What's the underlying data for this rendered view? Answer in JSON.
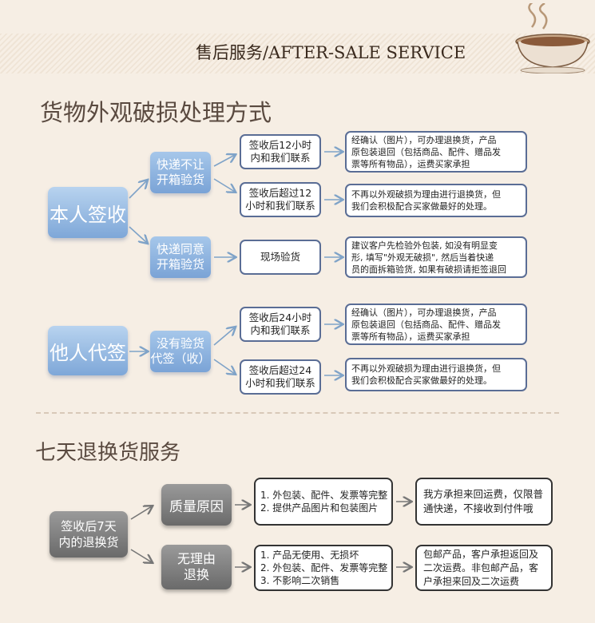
{
  "header": {
    "title": "售后服务/AFTER-SALE SERVICE",
    "logo_icon": "coffee-cup-icon"
  },
  "damage_section": {
    "title": "货物外观破损处理方式",
    "self_sign": {
      "label": "本人签收",
      "not_allowed": {
        "label": [
          "快递不让",
          "开箱验货"
        ],
        "within": {
          "condition": [
            "签收后12小时",
            "内和我们联系"
          ],
          "result": [
            "经确认（图片），可办理退换货，产品",
            "原包装退回（包括商品、配件、赠品发",
            "票等所有物品），运费买家承担"
          ]
        },
        "over": {
          "condition": [
            "签收后超过12",
            "小时和我们联系"
          ],
          "result": [
            "不再以外观破损为理由进行退换货，但",
            "我们会积极配合买家做最好的处理。"
          ]
        }
      },
      "allowed": {
        "label": [
          "快递同意",
          "开箱验货"
        ],
        "onsite": {
          "condition": "现场验货",
          "result": [
            "建议客户先检验外包装, 如没有明显变",
            "形, 填写\"外观无破损\", 然后当着快递",
            "员的面拆箱验货, 如果有破损请拒签退回"
          ]
        }
      }
    },
    "other_sign": {
      "label": "他人代签",
      "no_check": {
        "label": [
          "没有验货",
          "代签（收）"
        ],
        "within": {
          "condition": [
            "签收后24小时",
            "内和我们联系"
          ],
          "result": [
            "经确认（图片），可办理退换货，产品",
            "原包装退回（包括商品、配件、赠品发",
            "票等所有物品），运费买家承担"
          ]
        },
        "over": {
          "condition": [
            "签收后超过24",
            "小时和我们联系"
          ],
          "result": [
            "不再以外观破损为理由进行退换货，但",
            "我们会积极配合买家做最好的处理。"
          ]
        }
      }
    }
  },
  "return_section": {
    "title": "七天退换货服务",
    "start": [
      "签收后7天",
      "内的退换货"
    ],
    "quality": {
      "label": "质量原因",
      "conditions": [
        "1. 外包装、配件、发票等完整",
        "2. 提供产品图片和包装图片"
      ],
      "result": [
        "我方承担来回运费，仅限普",
        "通快递，不接收到付件哦"
      ]
    },
    "no_reason": {
      "label": [
        "无理由",
        "退换"
      ],
      "conditions": [
        "1. 产品无使用、无损坏",
        "2. 外包装、配件、发票等完整",
        "3. 不影响二次销售"
      ],
      "result": [
        "包邮产品，客户承担返回及",
        "二次运费。非包邮产品，客",
        "户承担来回及二次运费"
      ]
    }
  }
}
